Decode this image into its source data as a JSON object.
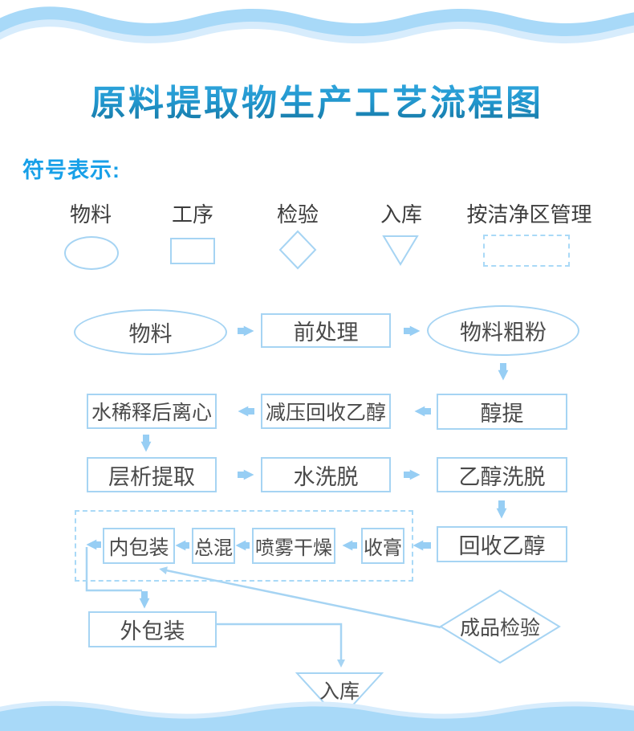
{
  "title": "原料提取物生产工艺流程图",
  "legend": {
    "heading": "符号表示:",
    "items": [
      {
        "label": "物料",
        "shape": "ellipse"
      },
      {
        "label": "工序",
        "shape": "rect"
      },
      {
        "label": "检验",
        "shape": "diamond"
      },
      {
        "label": "入库",
        "shape": "triangle-down"
      },
      {
        "label": "按洁净区管理",
        "shape": "dashed-rect"
      }
    ]
  },
  "nodes": {
    "material": {
      "label": "物料",
      "shape": "ellipse"
    },
    "pretreatment": {
      "label": "前处理",
      "shape": "rect"
    },
    "coarse_powder": {
      "label": "物料粗粉",
      "shape": "ellipse"
    },
    "water_dilute_centrifuge": {
      "label": "水稀释后离心",
      "shape": "rect"
    },
    "vacuum_recover_ethanol": {
      "label": "减压回收乙醇",
      "shape": "rect"
    },
    "ethanol_extraction": {
      "label": "醇提",
      "shape": "rect"
    },
    "chromatography_extraction": {
      "label": "层析提取",
      "shape": "rect"
    },
    "water_elution": {
      "label": "水洗脱",
      "shape": "rect"
    },
    "ethanol_elution": {
      "label": "乙醇洗脱",
      "shape": "rect"
    },
    "inner_packaging": {
      "label": "内包装",
      "shape": "rect"
    },
    "total_mixing": {
      "label": "总混",
      "shape": "rect"
    },
    "spray_drying": {
      "label": "喷雾干燥",
      "shape": "rect"
    },
    "paste_collection": {
      "label": "收膏",
      "shape": "rect"
    },
    "recover_ethanol": {
      "label": "回收乙醇",
      "shape": "rect"
    },
    "outer_packaging": {
      "label": "外包装",
      "shape": "rect"
    },
    "finished_product_inspection": {
      "label": "成品检验",
      "shape": "diamond"
    },
    "warehousing": {
      "label": "入库",
      "shape": "triangle-down"
    }
  },
  "colors": {
    "accent_blue": "#18a0e8",
    "title_gradient_top": "#36ace4",
    "title_gradient_bottom": "#15749f",
    "shape_stroke": "#a6d4f3",
    "arrow": "#97cef4",
    "dashed_border": "#a9d9f7",
    "wave_main": "#a8d9f8",
    "wave_light": "#d7ecfc",
    "text_dark": "#4a4a4a"
  }
}
